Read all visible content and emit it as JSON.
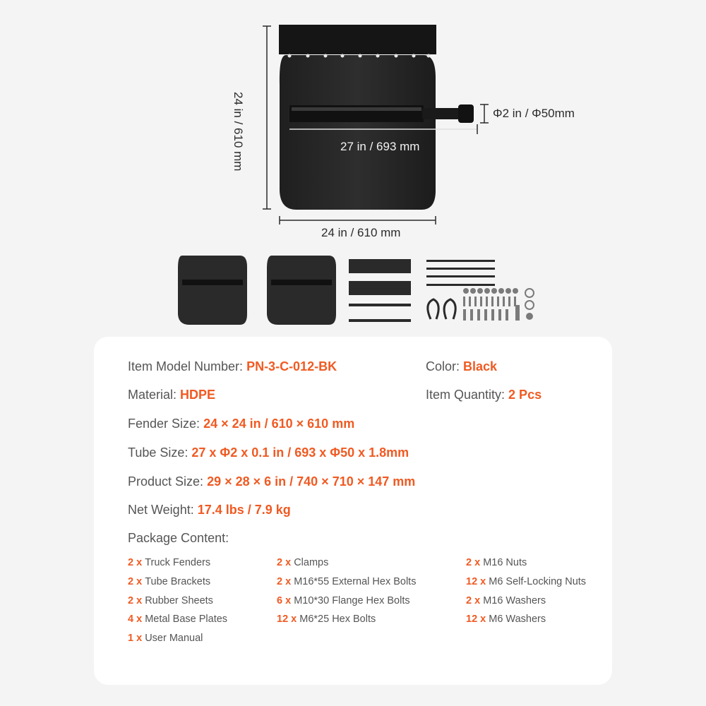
{
  "diagram": {
    "height_label": "24 in / 610 mm",
    "width_label": "24 in / 610 mm",
    "tube_length_label": "27 in / 693 mm",
    "tube_diameter_label": "Φ2 in / Φ50mm"
  },
  "specs": {
    "model": {
      "label": "Item Model Number: ",
      "value": "PN-3-C-012-BK"
    },
    "color": {
      "label": "Color: ",
      "value": "Black"
    },
    "material": {
      "label": "Material: ",
      "value": "HDPE"
    },
    "quantity": {
      "label": "Item Quantity: ",
      "value": "2 Pcs"
    },
    "fender_size": {
      "label": "Fender Size: ",
      "value": "24 × 24 in /  610 × 610 mm"
    },
    "tube_size": {
      "label": "Tube Size: ",
      "value": "27 x Φ2 x 0.1 in / 693 x Φ50 x 1.8mm"
    },
    "product_size": {
      "label": "Product Size: ",
      "value": "29 × 28 × 6 in / 740 × 710 × 147 mm"
    },
    "net_weight": {
      "label": "Net Weight: ",
      "value": "17.4 lbs / 7.9 kg"
    }
  },
  "package": {
    "title": "Package Content:",
    "items": [
      {
        "qty": "2 x ",
        "name": "Truck Fenders"
      },
      {
        "qty": "2 x ",
        "name": "Tube Brackets"
      },
      {
        "qty": "2 x ",
        "name": "Rubber Sheets"
      },
      {
        "qty": "4 x ",
        "name": "Metal Base Plates"
      },
      {
        "qty": "1 x ",
        "name": "User Manual"
      },
      {
        "qty": "2 x ",
        "name": "Clamps"
      },
      {
        "qty": "2 x ",
        "name": "M16*55 External Hex Bolts"
      },
      {
        "qty": "6 x ",
        "name": "M10*30 Flange Hex Bolts"
      },
      {
        "qty": "12 x ",
        "name": "M6*25 Hex Bolts"
      },
      {
        "qty": "2 x ",
        "name": "M16 Nuts"
      },
      {
        "qty": "12 x ",
        "name": "M6 Self-Locking Nuts"
      },
      {
        "qty": "2 x ",
        "name": "M16 Washers"
      },
      {
        "qty": "12 x ",
        "name": "M6 Washers"
      }
    ]
  },
  "colors": {
    "accent": "#f05a22",
    "text": "#555555",
    "product": "#2a2a2a"
  }
}
